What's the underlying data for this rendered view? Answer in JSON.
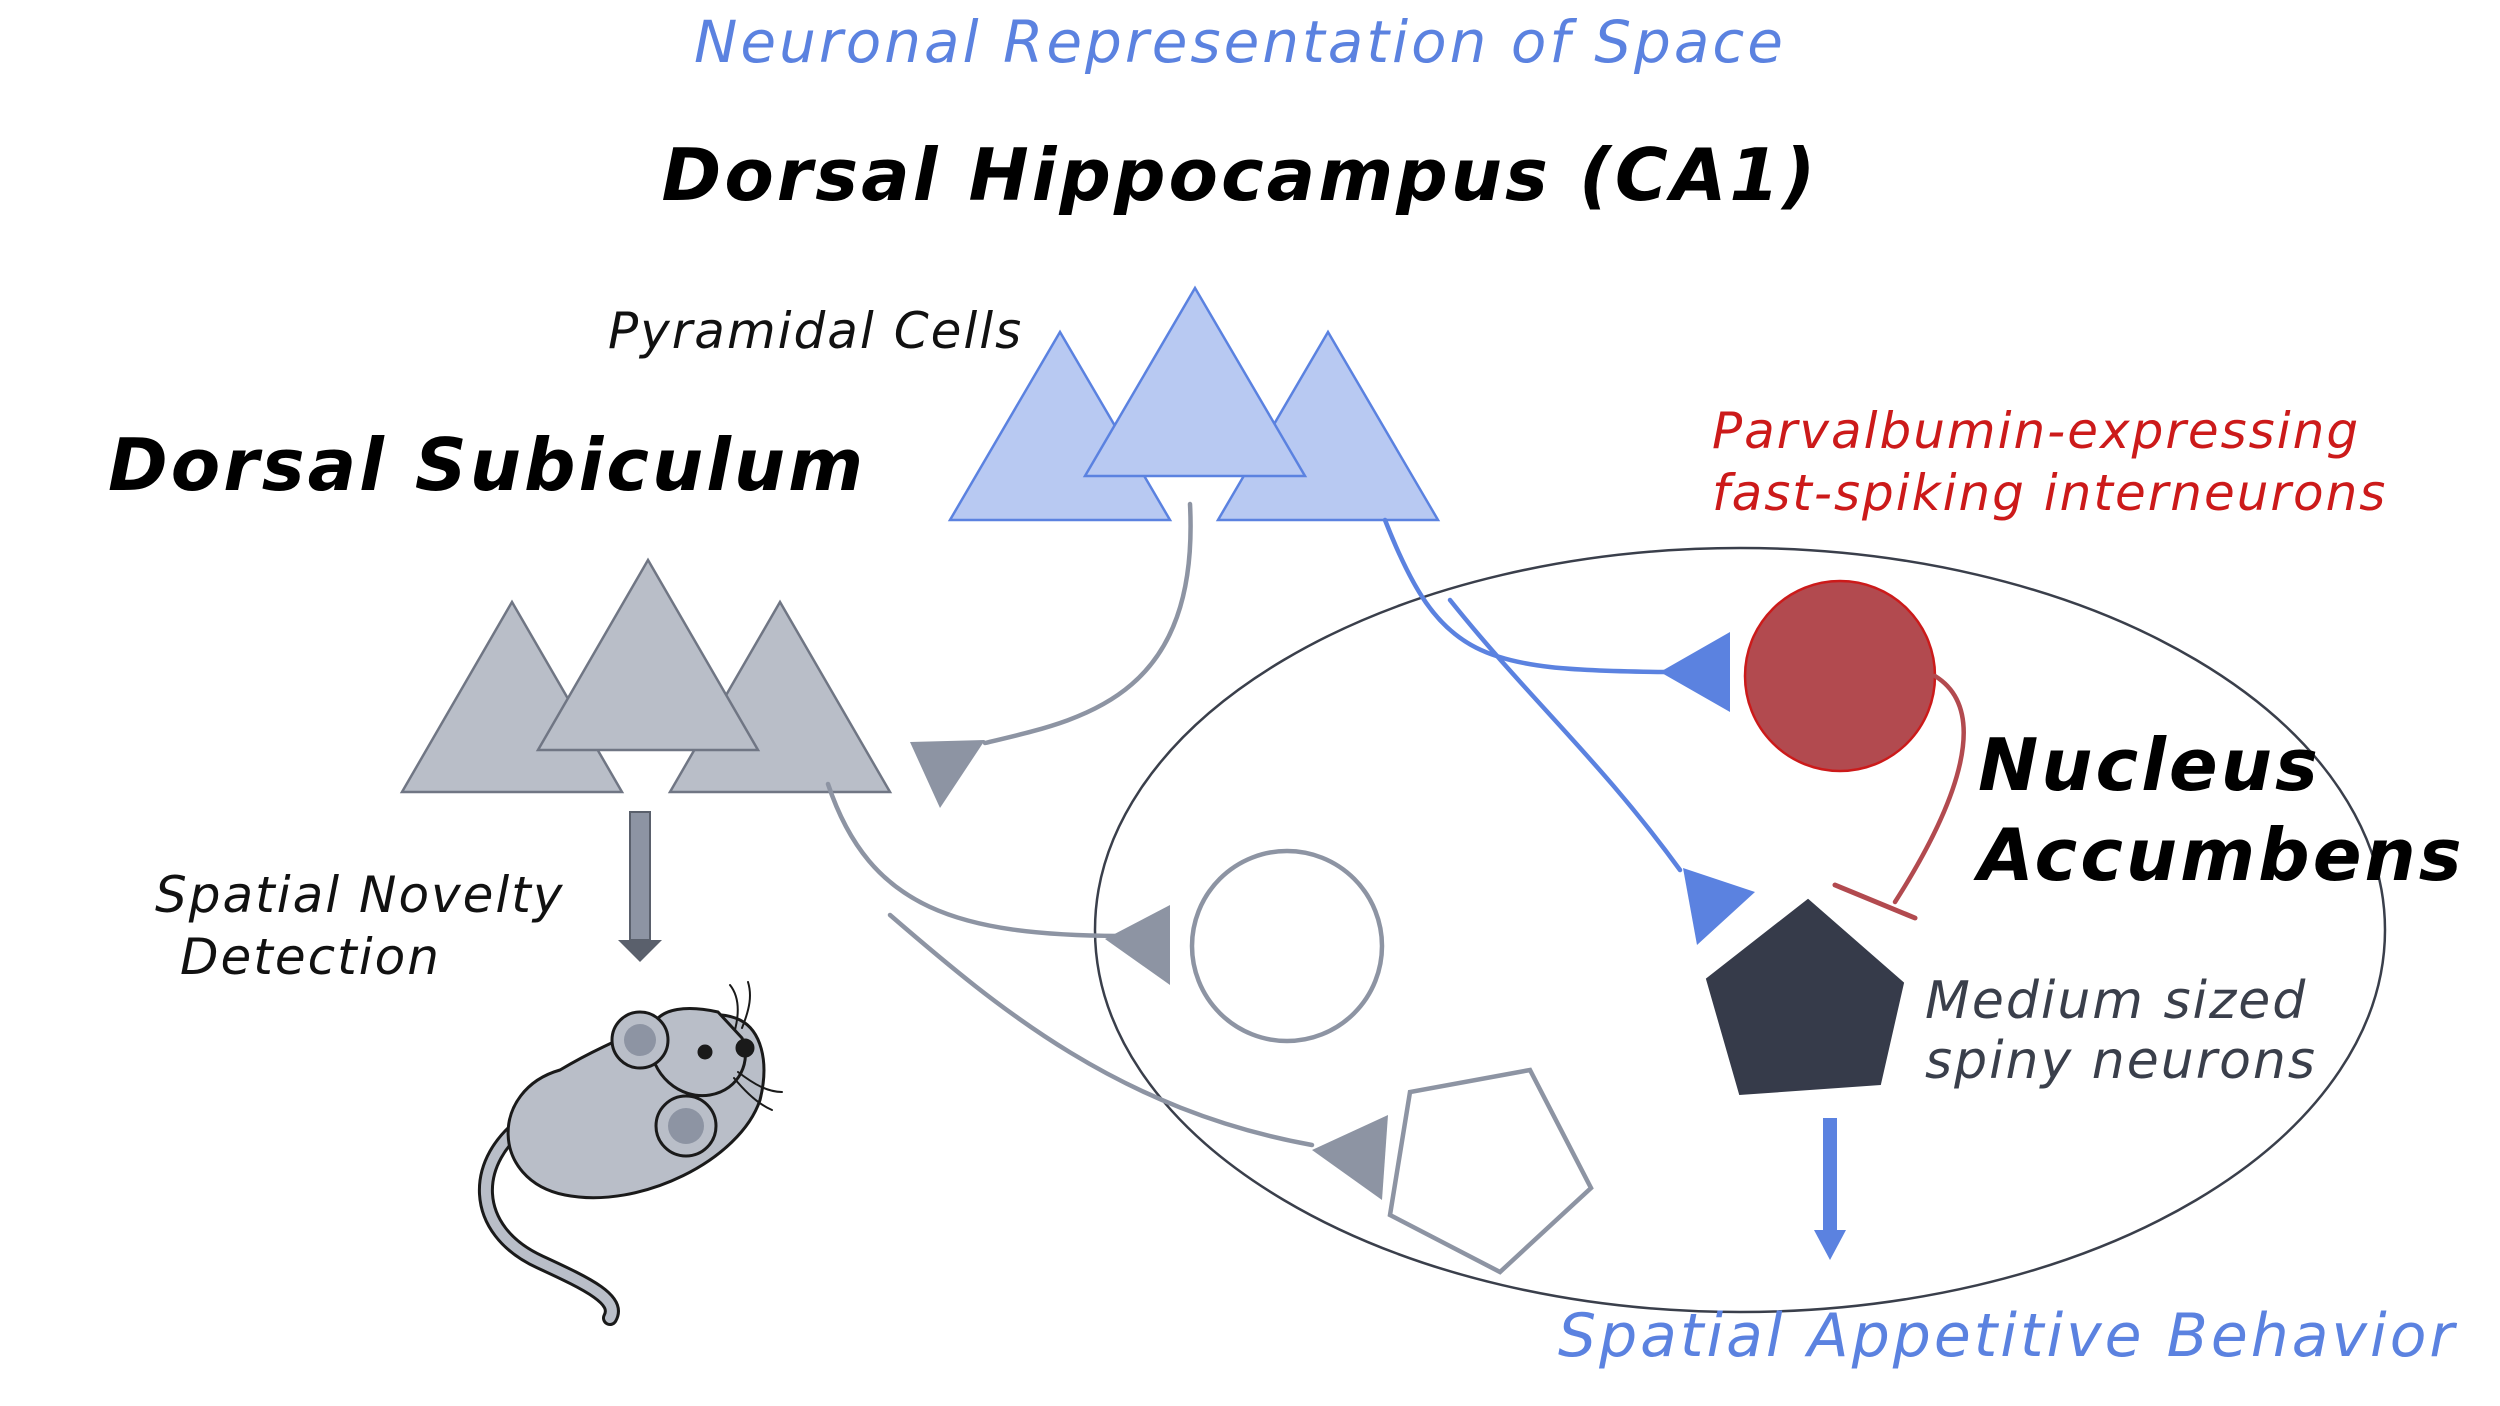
{
  "title": "Neuronal Representation of Space",
  "regions": {
    "hippocampus": "Dorsal Hippocampus (CA1)",
    "subiculum": "Dorsal Subiculum",
    "accumbens_line1": "Nucleus",
    "accumbens_line2": "Accumbens"
  },
  "labels": {
    "pyramidal": "Pyramidal Cells",
    "pv_line1": "Parvalbumin-expressing",
    "pv_line2": "fast-spiking interneurons",
    "msn_line1": "Medium sized",
    "msn_line2": "spiny neurons",
    "novelty_line1": "Spatial Novelty",
    "novelty_line2": "Detection",
    "appetitive": "Spatial Appetitive Behavior"
  },
  "colors": {
    "accent_blue": "#5b82e0",
    "hippocampus_fill": "#b8c9f2",
    "hippocampus_stroke": "#5b82e0",
    "subiculum_fill": "#b9bec8",
    "subiculum_stroke": "#707684",
    "connection_gray": "#8d94a3",
    "pv_fill": "#b24a4f",
    "pv_stroke": "#cc1a1a",
    "msn_fill": "#363b4a",
    "red_text": "#cc1a1a",
    "slate_text": "#3a3f4b"
  },
  "icons": {
    "mouse": "mouse-icon"
  }
}
